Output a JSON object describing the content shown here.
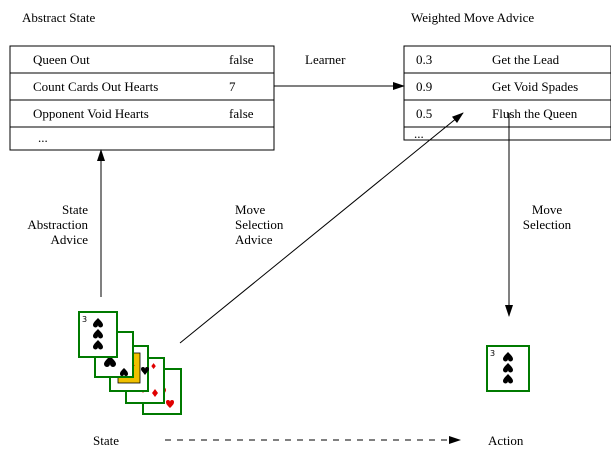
{
  "abstract_state": {
    "title": "Abstract State",
    "rows": [
      {
        "label": "Queen Out",
        "value": "false"
      },
      {
        "label": "Count Cards Out Hearts",
        "value": "7"
      },
      {
        "label": "Opponent Void Hearts",
        "value": "false"
      },
      {
        "label": "...",
        "value": ""
      }
    ]
  },
  "weighted_move_advice": {
    "title": "Weighted Move Advice",
    "rows": [
      {
        "weight": "0.3",
        "label": "Get the Lead"
      },
      {
        "weight": "0.9",
        "label": "Get Void Spades"
      },
      {
        "weight": "0.5",
        "label": "Flush the Queen"
      },
      {
        "weight": "...",
        "label": ""
      }
    ]
  },
  "edges": {
    "learner": "Learner",
    "state_abstraction_advice": [
      "State",
      "Abstraction",
      "Advice"
    ],
    "move_selection_advice": [
      "Move",
      "Selection",
      "Advice"
    ],
    "move_selection": [
      "Move",
      "Selection"
    ]
  },
  "nodes": {
    "state": "State",
    "action": "Action"
  },
  "colors": {
    "card_border": "#007a00",
    "spade": "#000000",
    "diamond": "#e00000",
    "heart": "#e00000",
    "face_card": "#f0c000"
  },
  "icons": {
    "state_cards": [
      "three-of-spades-card",
      "three-of-spades-card",
      "face-card",
      "three-of-diamonds-card",
      "three-of-hearts-card"
    ],
    "action_card": "three-of-spades-card"
  }
}
